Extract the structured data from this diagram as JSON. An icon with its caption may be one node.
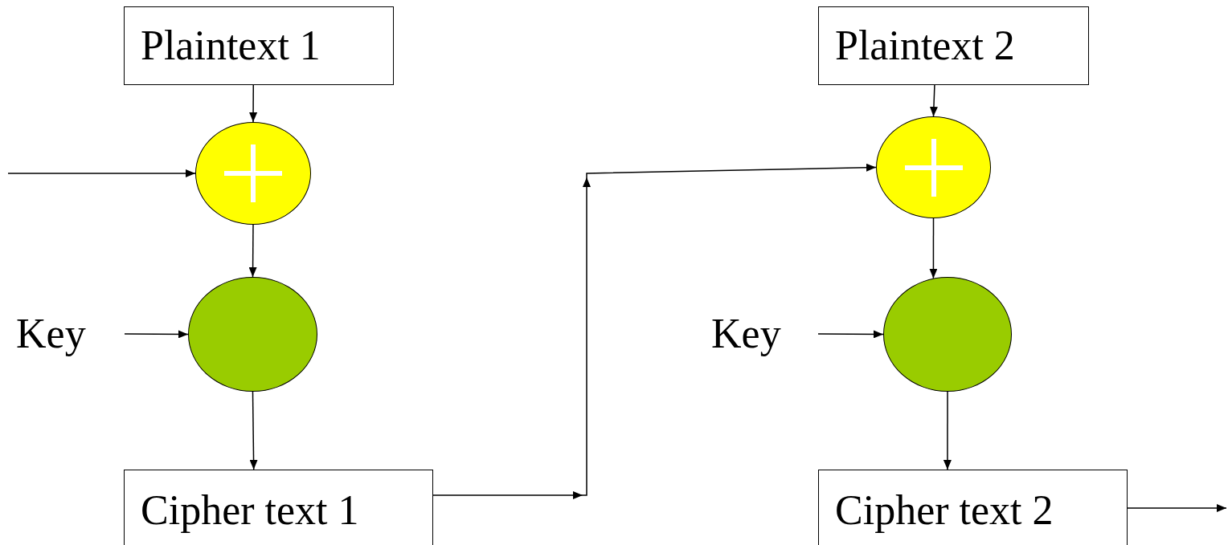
{
  "diagram": {
    "nodes": [
      {
        "text": [
          "Plaintext 1"
        ]
      },
      {
        "text": [],
        "shape": "circle"
      },
      {
        "text": [],
        "shape": "circle"
      },
      {
        "text": [
          "Key"
        ]
      },
      {
        "text": [
          "Cipher text 1"
        ]
      },
      {
        "text": [
          "Plaintext 2"
        ]
      },
      {
        "text": [],
        "shape": "circle"
      },
      {
        "text": [],
        "shape": "circle"
      },
      {
        "text": [
          "Key"
        ]
      },
      {
        "text": [
          "Cipher text 2"
        ]
      }
    ],
    "edges": [
      {
        "from": 0,
        "to": 1,
        "arrow": "to"
      },
      {
        "from": null,
        "to": 1,
        "arrow": "to"
      },
      {
        "from": 1,
        "to": 2,
        "arrow": "to"
      },
      {
        "from": 3,
        "to": 2,
        "arrow": "to"
      },
      {
        "from": 2,
        "to": 4,
        "arrow": "to"
      },
      {
        "from": 4,
        "to": 6,
        "arrow": "to"
      },
      {
        "from": 5,
        "to": 6,
        "arrow": "to"
      },
      {
        "from": 6,
        "to": 7,
        "arrow": "to"
      },
      {
        "from": 8,
        "to": 7,
        "arrow": "to"
      },
      {
        "from": 7,
        "to": 9,
        "arrow": "to"
      },
      {
        "from": 9,
        "to": null,
        "arrow": "to"
      }
    ]
  }
}
